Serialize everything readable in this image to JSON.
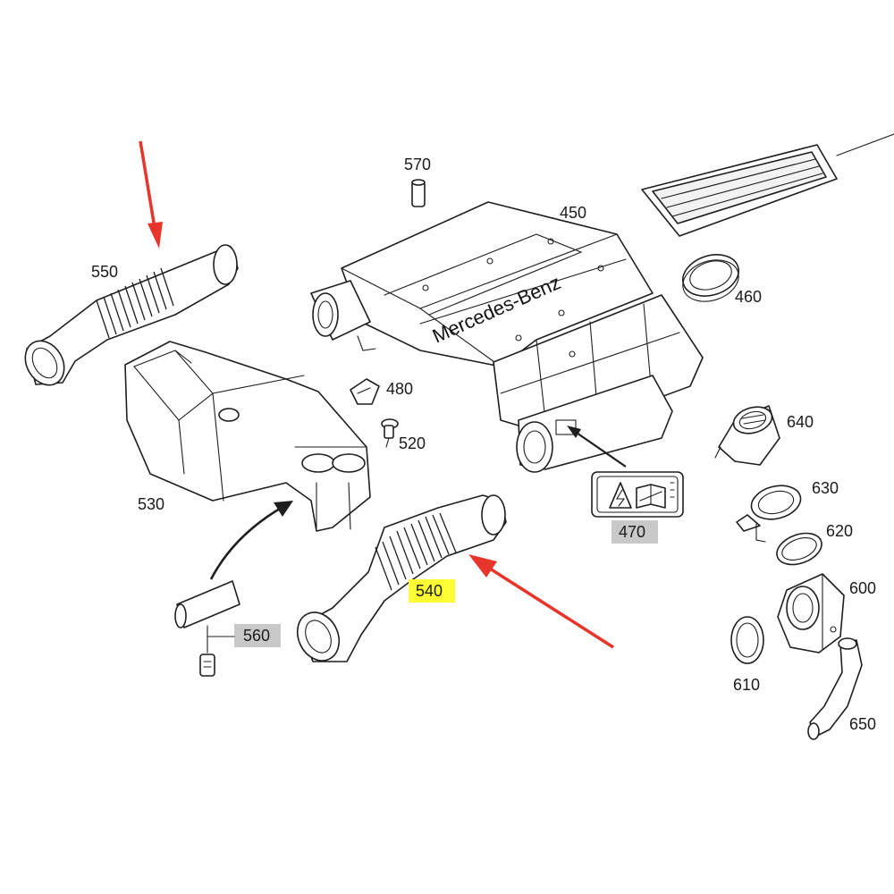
{
  "brand_text": "Mercedes-Benz",
  "callouts": {
    "p570": "570",
    "p450": "450",
    "p550": "550",
    "p460": "460",
    "p480": "480",
    "p520": "520",
    "p640": "640",
    "p530": "530",
    "p630": "630",
    "p620": "620",
    "p470": "470",
    "p600": "600",
    "p540": "540",
    "p560": "560",
    "p610": "610",
    "p650": "650"
  },
  "colors": {
    "red_arrow": "#e8352b",
    "highlight_540": "#ffff33",
    "label_box_grey": "#c8c8c8",
    "line": "#1e1e1e"
  },
  "icons": [
    "red-arrow-icon",
    "black-arrow-icon",
    "warning-voltage-icon",
    "manual-wrench-icon"
  ]
}
